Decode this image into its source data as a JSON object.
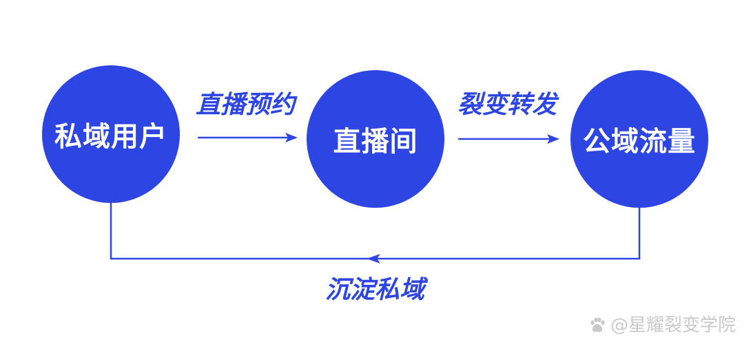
{
  "nodes": [
    {
      "id": "private-users",
      "label": "私域用户"
    },
    {
      "id": "live-room",
      "label": "直播间"
    },
    {
      "id": "public-traffic",
      "label": "公域流量"
    }
  ],
  "edges": [
    {
      "from": "private-users",
      "to": "live-room",
      "label": "直播预约"
    },
    {
      "from": "live-room",
      "to": "public-traffic",
      "label": "裂变转发"
    },
    {
      "from": "public-traffic",
      "to": "private-users",
      "label": "沉淀私域"
    }
  ],
  "watermark": {
    "text": "@星耀裂变学院"
  },
  "colors": {
    "node_fill": "#2c45e3",
    "edge_color": "#2c45e3",
    "label_color": "#2c45e3",
    "watermark_color": "#c9c9c9"
  }
}
